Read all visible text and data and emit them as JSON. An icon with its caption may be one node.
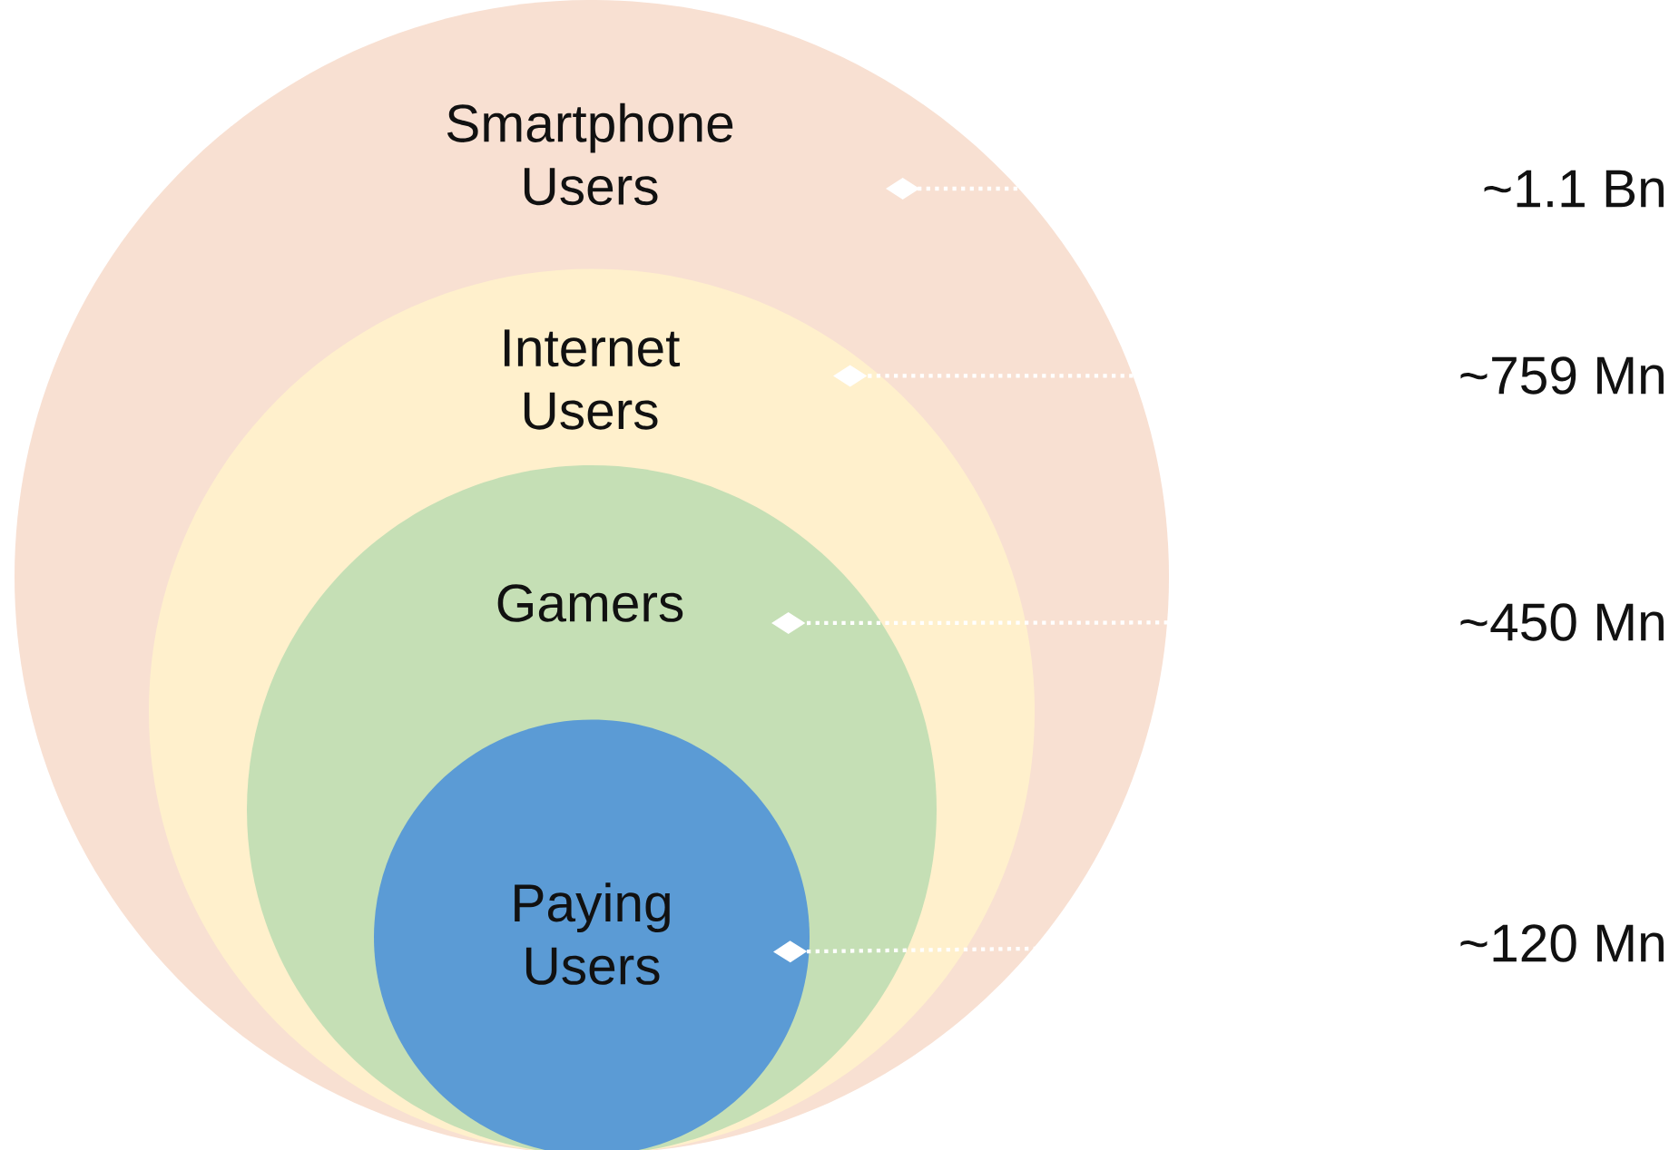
{
  "diagram": {
    "nodes": [
      {
        "text": [
          "Smartphone Users"
        ]
      },
      {
        "text": [
          "Internet Users"
        ],
        "in": 0
      },
      {
        "text": [
          "Gamers"
        ],
        "in": 1
      },
      {
        "text": [
          "Paying Users"
        ],
        "in": 2
      },
      {
        "text": [
          "~1.1 Bn"
        ]
      },
      {
        "text": [
          "~759 Mn"
        ]
      },
      {
        "text": [
          "~450 Mn"
        ]
      },
      {
        "text": [
          "~120 Mn"
        ]
      }
    ],
    "edges": [
      {
        "from": 4,
        "to": 0,
        "arrow": "other",
        "style": "dashed"
      },
      {
        "from": 5,
        "to": 1,
        "arrow": "other",
        "style": "dashed"
      },
      {
        "from": 6,
        "to": 2,
        "arrow": "other",
        "style": "dashed"
      },
      {
        "from": 7,
        "to": 3,
        "arrow": "other",
        "style": "dashed"
      }
    ]
  }
}
